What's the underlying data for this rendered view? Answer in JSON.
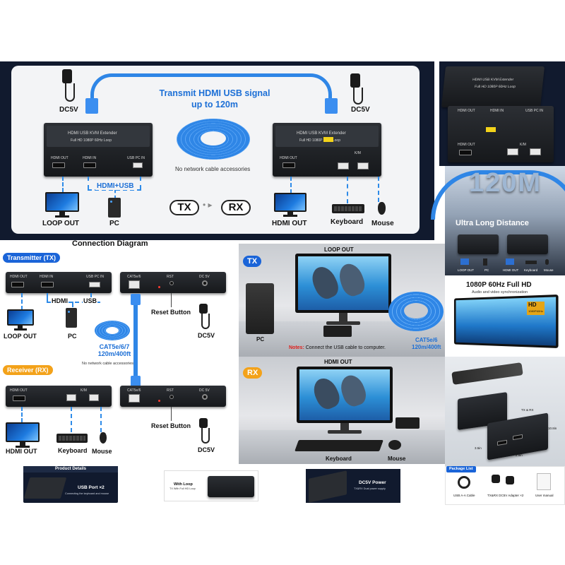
{
  "hero": {
    "title_line1": "Transmit HDMI USB signal",
    "title_line2": "up to 120m",
    "dc_left": "DC5V",
    "dc_right": "DC5V",
    "tx_device_name": "HDMI USB KVM Extender",
    "tx_device_sub": "Full HD 1080P 60Hz Loop",
    "rx_device_name": "HDMI USB KVM Extender",
    "rx_device_sub": "Full HD 1080P 60Hz Loop",
    "tx_ports": [
      "HDMI OUT",
      "HDMI IN",
      "USB PC IN"
    ],
    "rx_ports": [
      "HDMI OUT",
      "K/M"
    ],
    "hdmi_usb": "HDMI+USB",
    "no_accessories": "No network cable accessories",
    "tx": "TX",
    "rx": "RX",
    "loop_out": "LOOP OUT",
    "pc": "PC",
    "hdmi_out": "HDMI OUT",
    "keyboard": "Keyboard",
    "mouse": "Mouse"
  },
  "diagram": {
    "title": "Connection Diagram",
    "transmitter_tag": "Transmitter (TX)",
    "receiver_tag": "Receiver (RX)",
    "tx_ports": [
      "HDMI OUT",
      "HDMI IN",
      "USB PC IN"
    ],
    "tx_ports_back": [
      "CAT5e/6",
      "RST",
      "DC 5V"
    ],
    "rx_ports": [
      "HDMI OUT",
      "K/M"
    ],
    "rx_ports_back": [
      "CAT5e/6",
      "RST",
      "DC 5V"
    ],
    "hdmi": "HDMI",
    "usb": "USB",
    "loop_out": "LOOP OUT",
    "pc": "PC",
    "reset_button_1": "Reset Button",
    "reset_button_2": "Reset Button",
    "dc5v_1": "DC5V",
    "dc5v_2": "DC5V",
    "cat_label_1": "CAT5e/6/7",
    "cat_label_2": "120m/400ft",
    "no_accessories": "No network cable accessories",
    "hdmi_out": "HDMI OUT",
    "keyboard": "Keyboard",
    "mouse": "Mouse"
  },
  "scene": {
    "tx_badge": "TX",
    "rx_badge": "RX",
    "loop_out": "LOOP OUT",
    "pc": "PC",
    "notes_label": "Notes:",
    "notes_text": " Connect the USB cable to computer.",
    "cat_line1": "CAT5e/6",
    "cat_line2": "120m/400ft",
    "hdmi_out": "HDMI OUT",
    "keyboard": "Keyboard",
    "mouse": "Mouse"
  },
  "right_panel": {
    "top_device_name": "HDMI USB KVM Extender",
    "top_device_sub": "Full HD 1080P 60Hz Loop",
    "top_ports": [
      "HDMI OUT",
      "HDMI IN",
      "USB PC IN"
    ],
    "top_ports2": [
      "HDMI OUT",
      "K/M"
    ],
    "big_120m": "120M",
    "ultra_long": "Ultra Long Distance",
    "mini_labels": [
      "LOOP OUT",
      "PC",
      "HDMI OUT",
      "Keyboard",
      "Mouse"
    ],
    "res_title": "1080P 60Hz Full HD",
    "res_sub": "Audio and video synchronization",
    "hd_badge": "HD",
    "hd_sub": "1080P60Hz",
    "side_labels": [
      "TX & RX",
      "3.5in",
      "2.8in",
      "10.8in"
    ],
    "package_list": "Package List",
    "package_items": [
      "USB A-A Cable",
      "TX&RX DC5V Adapter ×2",
      "User manual"
    ]
  },
  "bottom": {
    "product_details": "Product Details",
    "usb_port": "USB Port ×2",
    "usb_port_sub": "Connecting the keyboard and mouse",
    "with_loop": "With Loop",
    "with_loop_sub": "TX With Full HD Loop",
    "dc5v_power": "DC5V Power",
    "dc5v_power_sub": "TX&RX Dual power supply"
  },
  "colors": {
    "accent_blue": "#1c6fd6",
    "tag_blue": "#1a64d8",
    "tag_orange": "#f3a21a",
    "dark_navy": "#111a2e",
    "notes_red": "#e0201c"
  },
  "icons": [
    "power-adapter-icon",
    "network-plug-icon",
    "cable-coil-icon",
    "monitor-icon",
    "computer-tower-icon",
    "keyboard-icon",
    "mouse-icon",
    "arrow-right-icon"
  ]
}
